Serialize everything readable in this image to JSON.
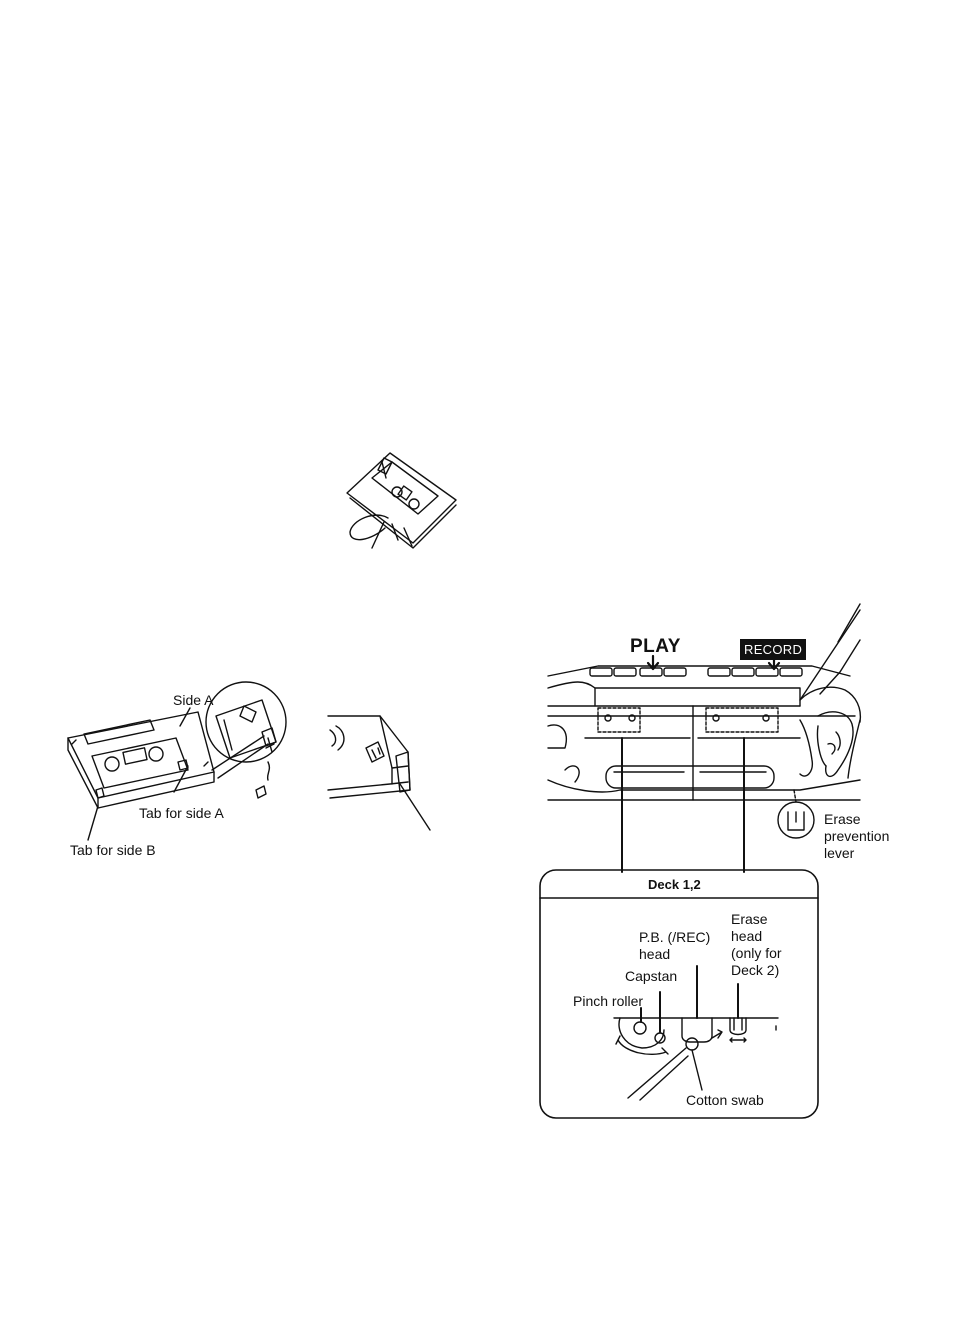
{
  "labels": {
    "side_a": "Side A",
    "tab_side_a": "Tab for side A",
    "tab_side_b": "Tab for side B",
    "play": "PLAY",
    "record": "RECORD",
    "erase_prevention_lever": "Erase\nprevention\nlever",
    "deck_title": "Deck 1,2",
    "erase_head": "Erase\nhead\n(only for\nDeck 2)",
    "pb_rec_head": "P.B. (/REC)\nhead",
    "capstan": "Capstan",
    "pinch_roller": "Pinch roller",
    "cotton_swab": "Cotton swab"
  }
}
